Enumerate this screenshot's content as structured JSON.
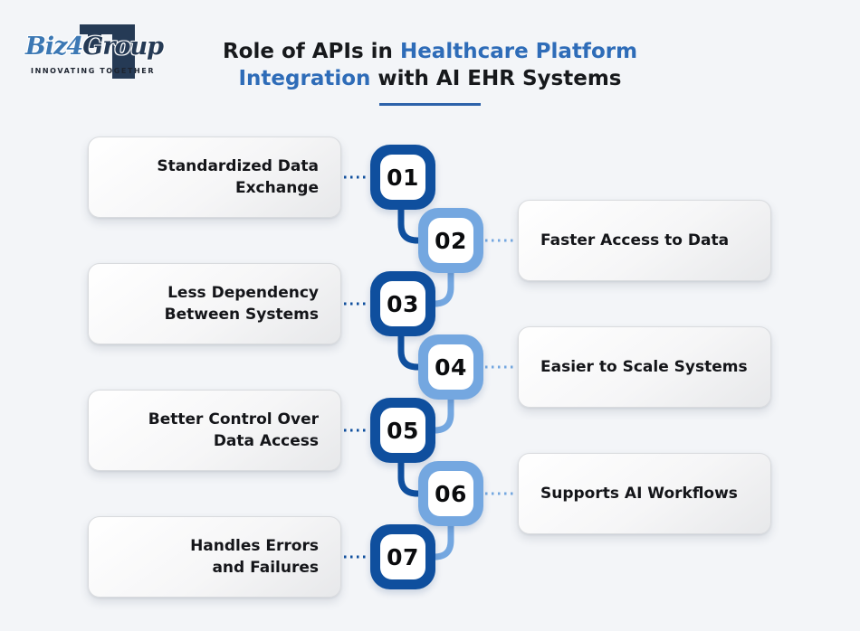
{
  "page": {
    "background": "#f3f5f8"
  },
  "colors": {
    "page_bg": "#f3f5f8",
    "dark_blue": "#0f4f9e",
    "light_blue": "#74a7e0",
    "title_blue": "#2e6cb8",
    "text_dark": "#17191c",
    "underline_blue": "#2d62aa",
    "logo_navy": "#253a55",
    "logo_blue": "#3c78b4"
  },
  "logo": {
    "name_part1": "Biz",
    "name_part2": "4",
    "name_part3": "Group",
    "tagline": "INNOVATING TOGETHER"
  },
  "title": {
    "line1_black": "Role of APIs in",
    "line1_blue": "Healthcare Platform",
    "line2_blue": "Integration",
    "line2_black": "with AI EHR Systems"
  },
  "items": [
    {
      "number": "01",
      "lines": [
        "Standardized Data",
        "Exchange"
      ],
      "side": "left",
      "variant": "dark"
    },
    {
      "number": "02",
      "lines": [
        "Faster Access to Data"
      ],
      "side": "right",
      "variant": "light"
    },
    {
      "number": "03",
      "lines": [
        "Less Dependency",
        "Between Systems"
      ],
      "side": "left",
      "variant": "dark"
    },
    {
      "number": "04",
      "lines": [
        "Easier to Scale Systems"
      ],
      "side": "right",
      "variant": "light"
    },
    {
      "number": "05",
      "lines": [
        "Better Control Over",
        "Data Access"
      ],
      "side": "left",
      "variant": "dark"
    },
    {
      "number": "06",
      "lines": [
        "Supports AI Workflows"
      ],
      "side": "right",
      "variant": "light"
    },
    {
      "number": "07",
      "lines": [
        "Handles Errors",
        "and Failures"
      ],
      "side": "left",
      "variant": "dark"
    }
  ]
}
